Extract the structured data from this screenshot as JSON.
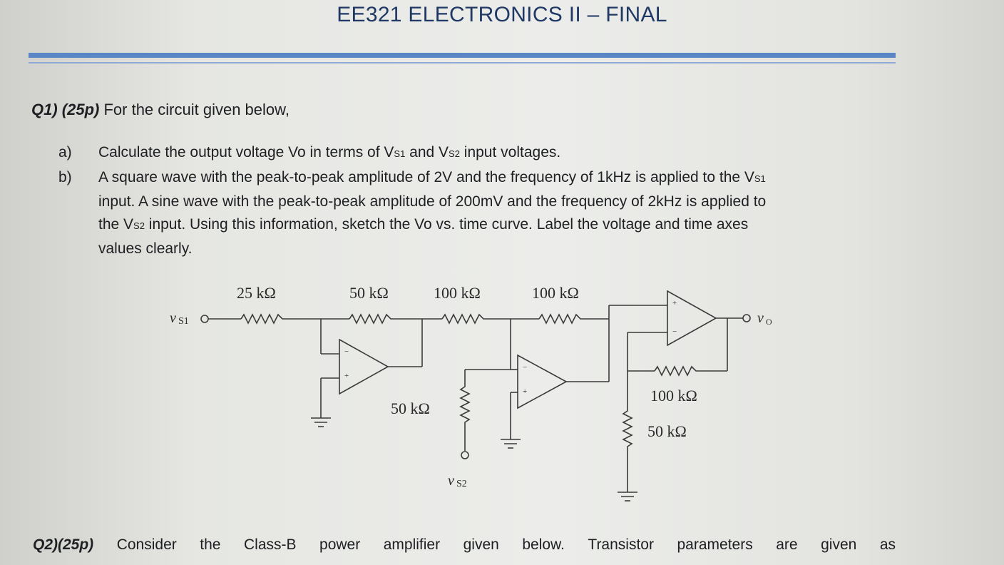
{
  "header": {
    "title": "EE321 ELECTRONICS II – FINAL"
  },
  "q1": {
    "label": "Q1) (25p)",
    "intro": " For the circuit given below,",
    "items": [
      {
        "marker": "a)",
        "lines": [
          "Calculate the output voltage Vo in terms of V",
          "S1",
          " and V",
          "S2",
          " input voltages."
        ]
      },
      {
        "marker": "b)"
      }
    ],
    "b_lines": [
      "A square wave with the peak-to-peak amplitude of 2V and the frequency of 1kHz is applied to the V",
      "input. A sine wave with the peak-to-peak amplitude of 200mV and the frequency of 2kHz is applied to",
      "the V",
      " input. Using this information, sketch the Vo vs. time curve. Label the voltage and time axes",
      "values clearly."
    ],
    "b_sub1": "S1",
    "b_sub2": "S2"
  },
  "circuit": {
    "labels": {
      "r1": "25 kΩ",
      "r2": "50 kΩ",
      "r3": "100 kΩ",
      "r4": "100 kΩ",
      "r5": "50 kΩ",
      "r6": "100 kΩ",
      "r7": "50 kΩ",
      "vs1": "v",
      "vs1_sub": "S1",
      "vs2": "v",
      "vs2_sub": "S2",
      "vo": "v",
      "vo_sub": "O"
    }
  },
  "q2": {
    "words": [
      "Q2)(25p)",
      "Consider",
      "the",
      "Class-B",
      "power",
      "amplifier",
      "given",
      "below.",
      "Transistor",
      "parameters",
      "are",
      "given",
      "as"
    ]
  }
}
